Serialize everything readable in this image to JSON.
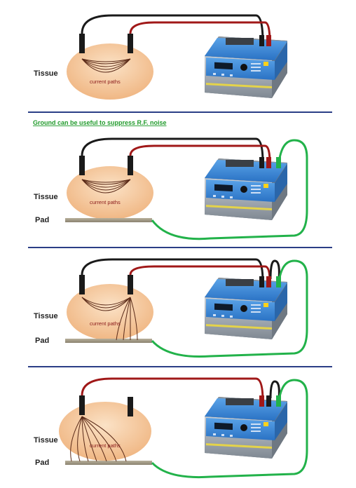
{
  "note": "Ground can be useful to suppress R.F. noise",
  "panels": [
    {
      "tissue_label": "Tissue",
      "current_label": "current paths"
    },
    {
      "tissue_label": "Tissue",
      "pad_label": "Pad",
      "current_label": "current paths"
    },
    {
      "tissue_label": "Tissue",
      "pad_label": "Pad",
      "current_label": "current paths"
    },
    {
      "tissue_label": "Tissue",
      "pad_label": "Pad",
      "current_label": "current paths"
    }
  ],
  "colors": {
    "tissue": "#f6c89a",
    "black_lead": "#1a1a1a",
    "red_lead": "#a01818",
    "ground_lead": "#22b24a",
    "divider": "#2b3e86",
    "device_blue": "#2f7fd0",
    "device_gray": "#9aa3ad"
  }
}
